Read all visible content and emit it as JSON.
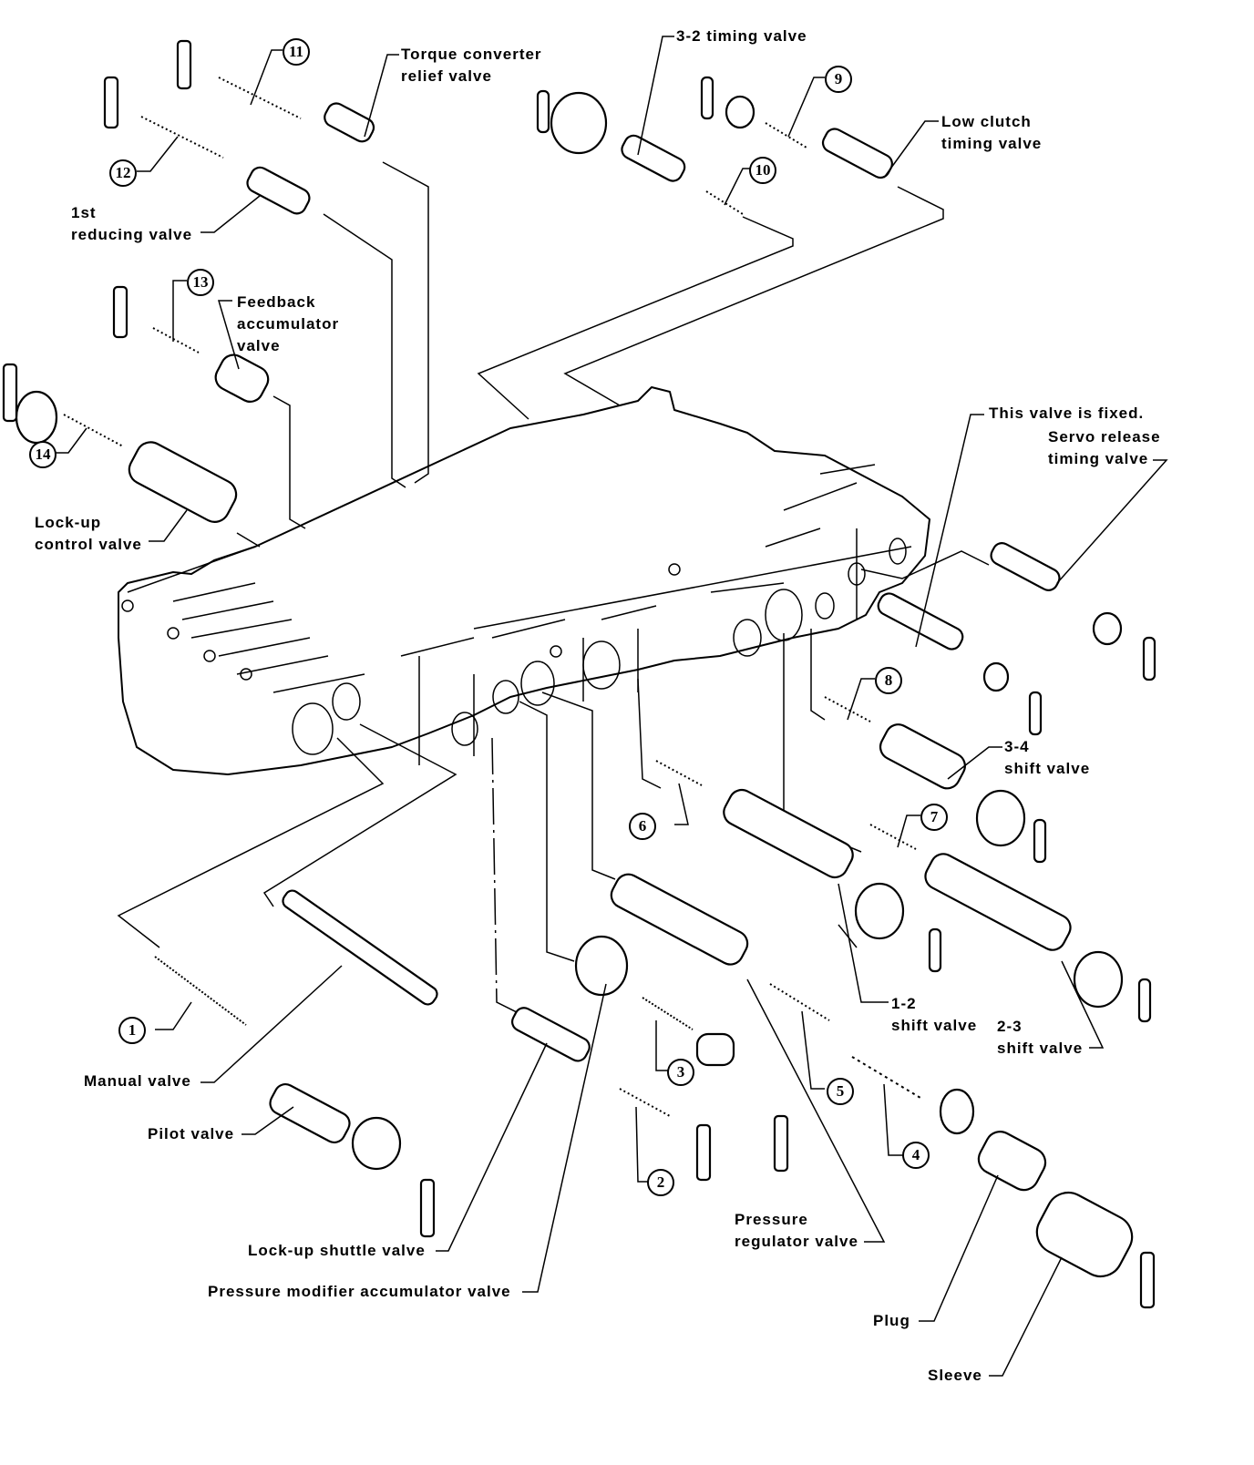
{
  "diagram": {
    "title": "Control valve body exploded view",
    "labels": {
      "torque_converter_relief_valve": "Torque converter\nrelief valve",
      "timing_valve_3_2": "3-2 timing valve",
      "low_clutch_timing_valve": "Low clutch\ntiming valve",
      "first_reducing_valve": "1st\nreducing valve",
      "feedback_accumulator_valve": "Feedback\naccumulator\nvalve",
      "lockup_control_valve": "Lock-up\ncontrol valve",
      "this_valve_is_fixed": "This valve is fixed.",
      "servo_release_timing_valve": "Servo release\ntiming valve",
      "shift_valve_3_4": "3-4\nshift valve",
      "shift_valve_1_2": "1-2\nshift valve",
      "shift_valve_2_3": "2-3\nshift valve",
      "manual_valve": "Manual valve",
      "pilot_valve": "Pilot valve",
      "lockup_shuttle_valve": "Lock-up shuttle valve",
      "pressure_modifier_accumulator_valve": "Pressure modifier accumulator valve",
      "pressure_regulator_valve": "Pressure\nregulator valve",
      "plug": "Plug",
      "sleeve": "Sleeve"
    },
    "callouts": [
      "1",
      "2",
      "3",
      "4",
      "5",
      "6",
      "7",
      "8",
      "9",
      "10",
      "11",
      "12",
      "13",
      "14"
    ]
  }
}
